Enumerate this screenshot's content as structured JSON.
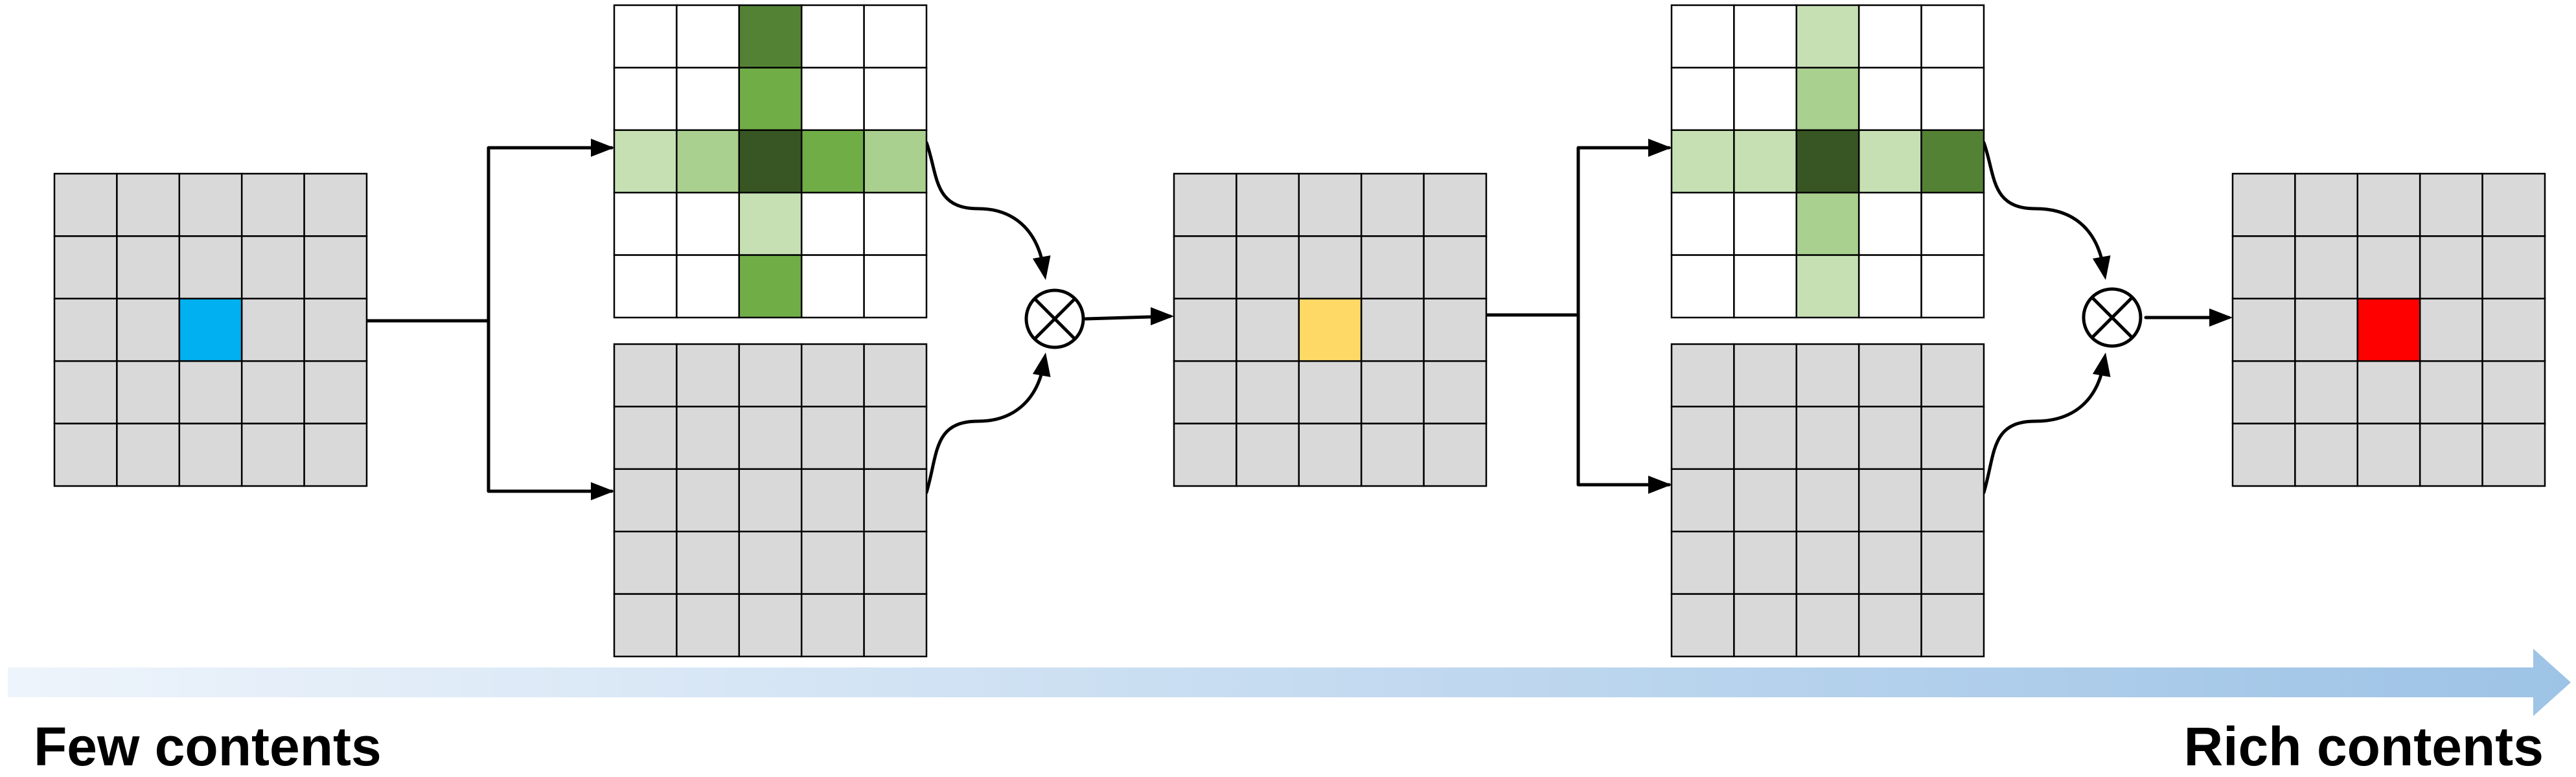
{
  "labels": {
    "left": "Few contents",
    "right": "Rich contents"
  },
  "colors": {
    "grid_line": "#000000",
    "cell_gray": "#d9d9d9",
    "cell_white": "#ffffff",
    "query_blue": "#00b0f0",
    "query_yellow": "#ffd966",
    "query_red": "#ff0000",
    "green_light": "#c6e0b4",
    "green_mid": "#a9d08e",
    "green_medium": "#70ad47",
    "green_dark": "#548235",
    "green_darkest": "#375623",
    "progress_start": "#eef4fb",
    "progress_end": "#9dc3e6"
  },
  "grids": [
    {
      "name": "input-feature-grid",
      "rows": 5,
      "cols": 5,
      "fill": "cell_gray",
      "highlight": [
        [
          2,
          2,
          "query_blue"
        ]
      ]
    },
    {
      "name": "attention-cross-grid-1",
      "rows": 5,
      "cols": 5,
      "fill": "cell_white",
      "highlight": [
        [
          0,
          2,
          "green_dark"
        ],
        [
          1,
          2,
          "green_medium"
        ],
        [
          2,
          0,
          "green_light"
        ],
        [
          2,
          1,
          "green_mid"
        ],
        [
          2,
          2,
          "green_darkest"
        ],
        [
          2,
          3,
          "green_medium"
        ],
        [
          2,
          4,
          "green_mid"
        ],
        [
          3,
          2,
          "green_light"
        ],
        [
          4,
          2,
          "green_medium"
        ]
      ]
    },
    {
      "name": "value-grid-1",
      "rows": 5,
      "cols": 5,
      "fill": "cell_gray",
      "highlight": []
    },
    {
      "name": "intermediate-feature-grid",
      "rows": 5,
      "cols": 5,
      "fill": "cell_gray",
      "highlight": [
        [
          2,
          2,
          "query_yellow"
        ]
      ]
    },
    {
      "name": "attention-cross-grid-2",
      "rows": 5,
      "cols": 5,
      "fill": "cell_white",
      "highlight": [
        [
          0,
          2,
          "green_light"
        ],
        [
          1,
          2,
          "green_mid"
        ],
        [
          2,
          0,
          "green_light"
        ],
        [
          2,
          1,
          "green_light"
        ],
        [
          2,
          2,
          "green_darkest"
        ],
        [
          2,
          3,
          "green_light"
        ],
        [
          2,
          4,
          "green_dark"
        ],
        [
          3,
          2,
          "green_mid"
        ],
        [
          4,
          2,
          "green_light"
        ]
      ]
    },
    {
      "name": "value-grid-2",
      "rows": 5,
      "cols": 5,
      "fill": "cell_gray",
      "highlight": []
    },
    {
      "name": "output-feature-grid",
      "rows": 5,
      "cols": 5,
      "fill": "cell_gray",
      "highlight": [
        [
          2,
          2,
          "query_red"
        ]
      ]
    }
  ],
  "operators": [
    {
      "name": "multiply-operator-1",
      "symbol": "⊗"
    },
    {
      "name": "multiply-operator-2",
      "symbol": "⊗"
    }
  ]
}
